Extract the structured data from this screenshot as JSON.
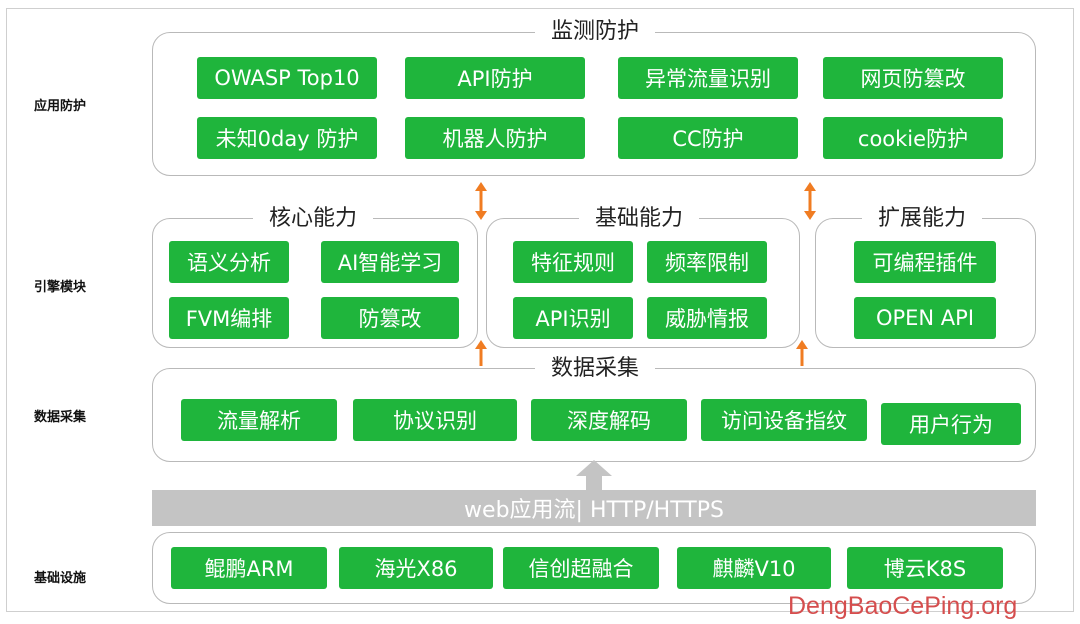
{
  "row_labels": {
    "application": "应用防护",
    "engine": "引擎模块",
    "data": "数据采集",
    "infra": "基础设施"
  },
  "monitor": {
    "title": "监测防护",
    "items": [
      "OWASP Top10",
      "API防护",
      "异常流量识别",
      "网页防篡改",
      "未知0day 防护",
      "机器人防护",
      "CC防护",
      "cookie防护"
    ]
  },
  "core": {
    "title": "核心能力",
    "items": [
      "语义分析",
      "AI智能学习",
      "FVM编排",
      "防篡改"
    ]
  },
  "basic": {
    "title": "基础能力",
    "items": [
      "特征规则",
      "频率限制",
      "API识别",
      "威胁情报"
    ]
  },
  "extend": {
    "title": "扩展能力",
    "items": [
      "可编程插件",
      "OPEN API"
    ]
  },
  "collect": {
    "title": "数据采集",
    "items": [
      "流量解析",
      "协议识别",
      "深度解码",
      "访问设备指纹",
      "用户行为"
    ]
  },
  "flow": {
    "label": "web应用流| HTTP/HTTPS"
  },
  "infra": {
    "items": [
      "鲲鹏ARM",
      "海光X86",
      "信创超融合",
      "麒麟V10",
      "博云K8S"
    ]
  },
  "watermark": "DengBaoCePing.org",
  "colors": {
    "chip": "#1fb53c",
    "arrow": "#f07c22",
    "flow": "#c4c4c4"
  }
}
